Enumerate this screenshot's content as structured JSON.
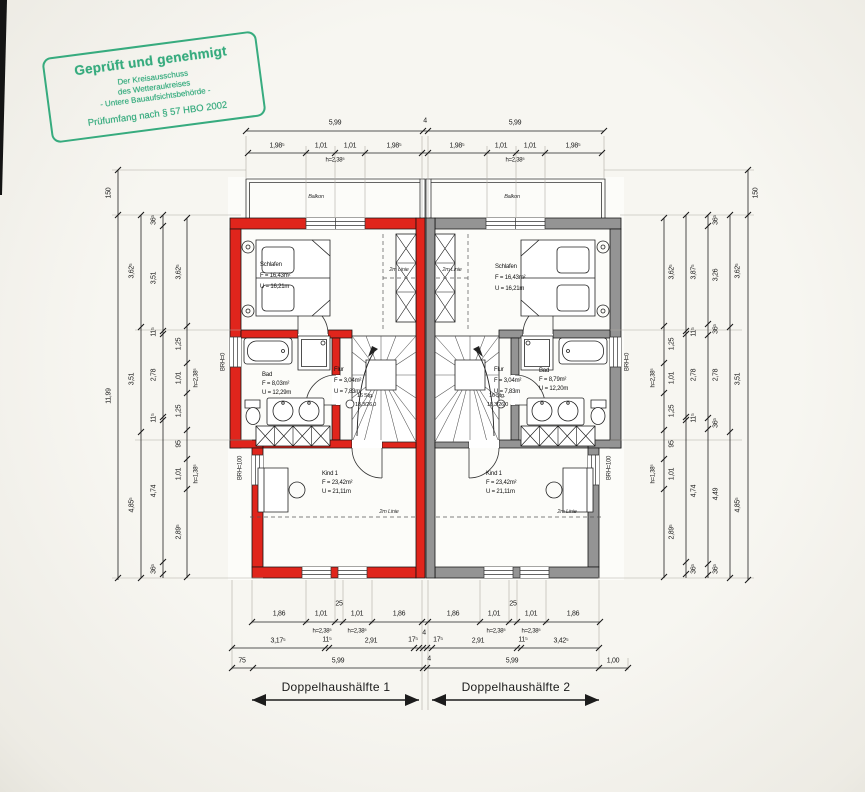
{
  "stamp": {
    "title": "Geprüft und genehmigt",
    "lines": [
      "Der Kreisausschuss",
      "des Wetteraukreises",
      "- Untere Bauaufsichtsbehörde -"
    ],
    "footer": "Prüfumfang nach § 57 HBO 2002",
    "color": "#2da879"
  },
  "plan": {
    "balcony_label": "Balkon",
    "line_2m": "2m Linie",
    "stair_steps": "16 Stg.",
    "stair_ratio": "18,3/26,0",
    "brh0": "BRH=0",
    "brh100": "BRH=100",
    "wall_red": "#e0251c",
    "wall_gray": "#949494",
    "left": {
      "schlafen": [
        "Schlafen",
        "F = 16,43m²",
        "U = 16,21m"
      ],
      "bad": [
        "Bad",
        "F = 8,03m²",
        "U = 12,29m"
      ],
      "flur": [
        "Flur",
        "F = 3,04m²",
        "U = 7,83m"
      ],
      "kind": [
        "Kind 1",
        "F = 23,42m²",
        "U = 21,11m"
      ]
    },
    "right": {
      "schlafen": [
        "Schlafen",
        "F = 16,43m²",
        "U = 16,21m"
      ],
      "bad": [
        "Bad",
        "F = 8,79m²",
        "U = 12,20m"
      ],
      "flur": [
        "Flur",
        "F = 3,04m²",
        "U = 7,83m"
      ],
      "kind": [
        "Kind 1",
        "F = 23,42m²",
        "U = 21,11m"
      ]
    }
  },
  "dims": {
    "top_row1": [
      "5,99",
      "4",
      "5,99"
    ],
    "top_row2": [
      "1,98⁵",
      "1,01",
      "1,01",
      "1,98⁵",
      "1,98⁵",
      "1,01",
      "1,01",
      "1,98⁵"
    ],
    "top_h": [
      "h=2,38⁵",
      "h=2,38⁵"
    ],
    "bottom_row1": [
      "1,86",
      "1,01",
      "1,01",
      "1,86",
      "1,86",
      "1,01",
      "1,01",
      "1,86"
    ],
    "bottom_piers": [
      "25",
      "25"
    ],
    "bottom_h": [
      "h=2,38⁵",
      "h=2,38⁵",
      "h=2,38⁵",
      "h=2,38⁵"
    ],
    "bottom_row2": [
      "3,17⁵",
      "11⁵",
      "2,91",
      "17⁵",
      "4",
      "17⁵",
      "2,91",
      "11⁵",
      "3,42⁵"
    ],
    "bottom_row3": [
      "75",
      "5,99",
      "4",
      "5,99",
      "1,00"
    ],
    "left_chains": [
      [
        "150",
        "11,99"
      ],
      [
        "3,62⁵",
        "3,51",
        "4,85⁵"
      ],
      [
        "36⁵",
        "3,51",
        "11⁵",
        "2,78",
        "11⁵",
        "4,74",
        "36⁵"
      ],
      [
        "3,62⁵",
        "1,25",
        "1,01",
        "1,25",
        "95",
        "1,01",
        "2,89⁵"
      ]
    ],
    "left_h": [
      "h=2,38⁵",
      "h=1,38⁵"
    ],
    "right_chains": [
      [
        "3,62⁵",
        "1,25",
        "1,01",
        "1,25",
        "95",
        "1,01",
        "2,89⁵"
      ],
      [
        "3,87⁵",
        "11⁵",
        "2,78",
        "11⁵",
        "4,74",
        "36⁵"
      ],
      [
        "36⁵",
        "3,26",
        "36⁵",
        "2,78",
        "36⁵",
        "4,49",
        "36⁵"
      ],
      [
        "3,62⁵",
        "3,51",
        "4,85⁵"
      ],
      [
        "150"
      ]
    ],
    "right_h": [
      "h=2,38⁵",
      "h=1,38⁵"
    ]
  },
  "footer": {
    "half1": "Doppelhaushälfte 1",
    "half2": "Doppelhaushälfte 2"
  }
}
